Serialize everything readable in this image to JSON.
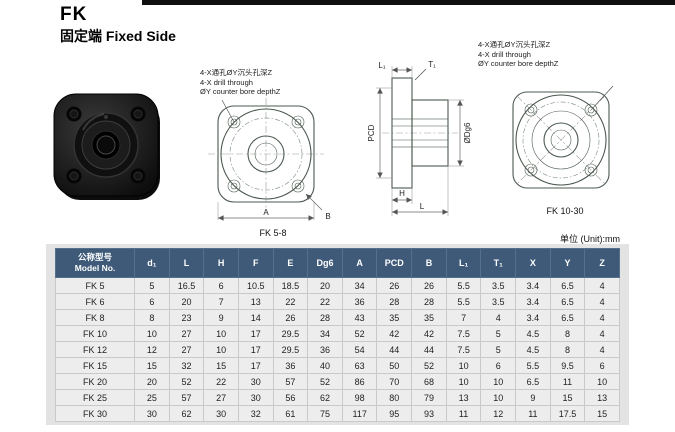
{
  "page": {
    "title": "FK",
    "subtitle": "固定端 Fixed Side",
    "unit_note": "单位 (Unit):mm"
  },
  "drawings": {
    "left_caption": "FK 5-8",
    "right_caption": "FK 10-30",
    "annotation": {
      "zh": "4-X通孔ØY沉头孔深Z",
      "en1": "4-X drill through",
      "en2": "ØY counter bore depthZ"
    },
    "labels": {
      "A": "A",
      "B": "B",
      "L": "L",
      "H": "H",
      "L1": "L₁",
      "T1": "T₁",
      "PCD": "PCD",
      "Dg6": "ØDg6"
    }
  },
  "table": {
    "header_col1_zh": "公称型号",
    "header_col1_en": "Model No.",
    "columns": [
      "d₁",
      "L",
      "H",
      "F",
      "E",
      "Dg6",
      "A",
      "PCD",
      "B",
      "L₁",
      "T₁",
      "X",
      "Y",
      "Z"
    ],
    "rows": [
      {
        "model": "FK 5",
        "values": [
          "5",
          "16.5",
          "6",
          "10.5",
          "18.5",
          "20",
          "34",
          "26",
          "26",
          "5.5",
          "3.5",
          "3.4",
          "6.5",
          "4"
        ]
      },
      {
        "model": "FK 6",
        "values": [
          "6",
          "20",
          "7",
          "13",
          "22",
          "22",
          "36",
          "28",
          "28",
          "5.5",
          "3.5",
          "3.4",
          "6.5",
          "4"
        ]
      },
      {
        "model": "FK 8",
        "values": [
          "8",
          "23",
          "9",
          "14",
          "26",
          "28",
          "43",
          "35",
          "35",
          "7",
          "4",
          "3.4",
          "6.5",
          "4"
        ]
      },
      {
        "model": "FK 10",
        "values": [
          "10",
          "27",
          "10",
          "17",
          "29.5",
          "34",
          "52",
          "42",
          "42",
          "7.5",
          "5",
          "4.5",
          "8",
          "4"
        ]
      },
      {
        "model": "FK 12",
        "values": [
          "12",
          "27",
          "10",
          "17",
          "29.5",
          "36",
          "54",
          "44",
          "44",
          "7.5",
          "5",
          "4.5",
          "8",
          "4"
        ]
      },
      {
        "model": "FK 15",
        "values": [
          "15",
          "32",
          "15",
          "17",
          "36",
          "40",
          "63",
          "50",
          "52",
          "10",
          "6",
          "5.5",
          "9.5",
          "6"
        ]
      },
      {
        "model": "FK 20",
        "values": [
          "20",
          "52",
          "22",
          "30",
          "57",
          "52",
          "86",
          "70",
          "68",
          "10",
          "10",
          "6.5",
          "11",
          "10"
        ]
      },
      {
        "model": "FK 25",
        "values": [
          "25",
          "57",
          "27",
          "30",
          "56",
          "62",
          "98",
          "80",
          "79",
          "13",
          "10",
          "9",
          "15",
          "13"
        ]
      },
      {
        "model": "FK 30",
        "values": [
          "30",
          "62",
          "30",
          "32",
          "61",
          "75",
          "117",
          "95",
          "93",
          "11",
          "12",
          "11",
          "17.5",
          "15"
        ]
      }
    ]
  },
  "colors": {
    "table_header_bg": "#3e5a78",
    "table_row_bg": "#ededed",
    "panel_bg": "#e3e3e3",
    "drawing_line": "#4d5a50"
  }
}
